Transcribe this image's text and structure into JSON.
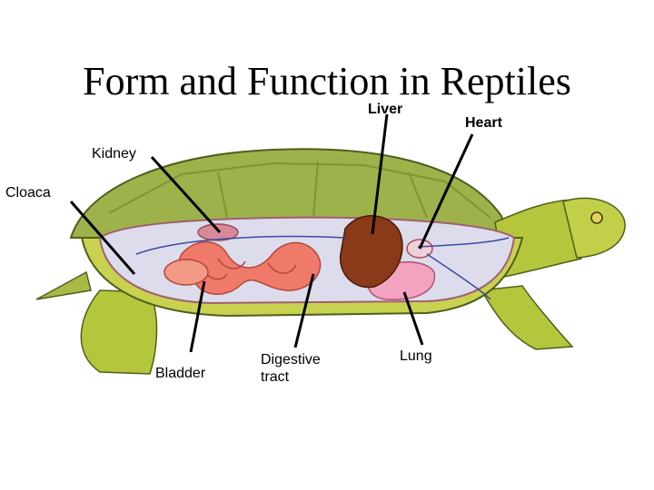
{
  "slide": {
    "title": "Form and Function in Reptiles"
  },
  "labels": {
    "liver": "Liver",
    "heart": "Heart",
    "kidney": "Kidney",
    "cloaca": "Cloaca",
    "bladder": "Bladder",
    "digestive_line1": "Digestive",
    "digestive_line2": "tract",
    "lung": "Lung"
  },
  "colors": {
    "shell": "#9bb04a",
    "skin": "#b5c63c",
    "cavity": "#dcdcec",
    "intestine": "#ef7a6a",
    "liver": "#8a3a18",
    "lung": "#f3a2c0"
  }
}
